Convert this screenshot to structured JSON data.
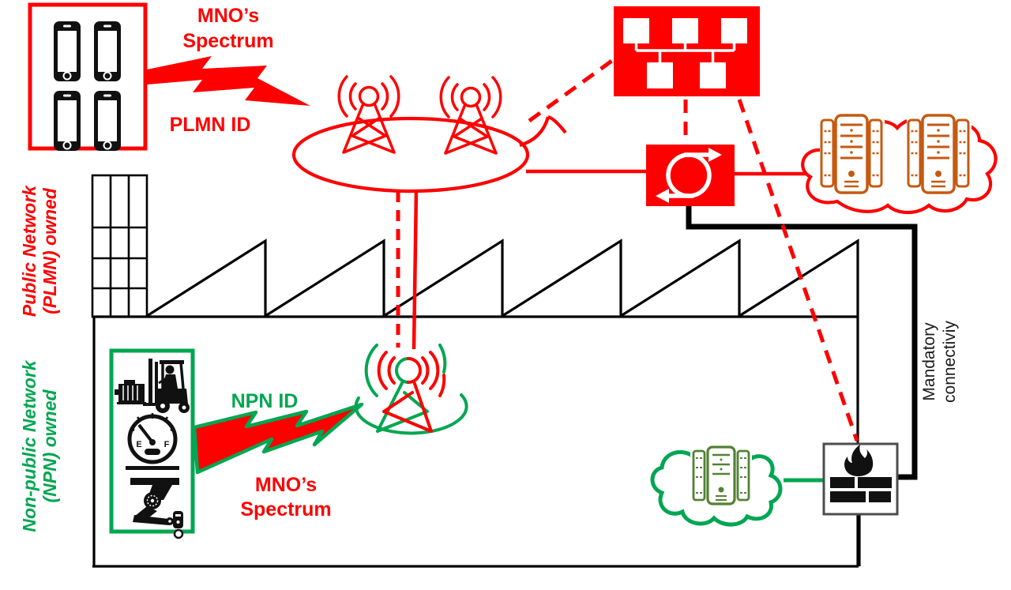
{
  "zones": {
    "public_network": {
      "label_line1": "Public Network",
      "label_line2": "(PLMN) owned",
      "color": "#FE0000"
    },
    "non_public_network": {
      "label_line1": "Non-public Network",
      "label_line2": "(NPN) owned",
      "color": "#00A651"
    }
  },
  "labels": {
    "mno_spectrum_top": {
      "line1": "MNO’s",
      "line2": "Spectrum"
    },
    "plmn_id": "PLMN ID",
    "npn_id": "NPN ID",
    "mno_spectrum_bottom": {
      "line1": "MNO’s",
      "line2": "Spectrum"
    },
    "mandatory_connectivity": {
      "line1": "Mandatory",
      "line2": "connectiviy"
    },
    "gauge": {
      "empty": "E",
      "full": "F"
    }
  },
  "colors": {
    "plmn_red": "#FE0000",
    "npn_green": "#00A651",
    "mno_server_orange": "#C55A11",
    "npn_server_green": "#538135",
    "factory_black": "#000000",
    "firewall_border": "#4d4d4d"
  },
  "nodes": {
    "ue_devices": {
      "icon": "smartphone-icon",
      "count": 4
    },
    "plmn_ran": {
      "icon": "radio-tower-icon",
      "count": 2,
      "shape": "ellipse-cloud"
    },
    "core_network": {
      "icon": "core-network-icon"
    },
    "router": {
      "icon": "router-icon"
    },
    "mno_servers": {
      "icon": "server-icon",
      "count": 2,
      "container": "cloud"
    },
    "factory": {
      "icon": "factory-outline-icon"
    },
    "npn_devices": {
      "icons": [
        "motor-icon",
        "forklift-icon",
        "gauge-icon",
        "robot-arm-icon"
      ]
    },
    "npn_ran_tower": {
      "icon": "radio-tower-icon",
      "count": 1,
      "colors": [
        "#00A651",
        "#FE0000"
      ]
    },
    "npn_server": {
      "icon": "server-icon",
      "count": 1,
      "container": "cloud"
    },
    "firewall": {
      "icon": "firewall-icon"
    },
    "spectrum_links": {
      "icon": "lightning-bolt-icon",
      "count": 2
    }
  }
}
